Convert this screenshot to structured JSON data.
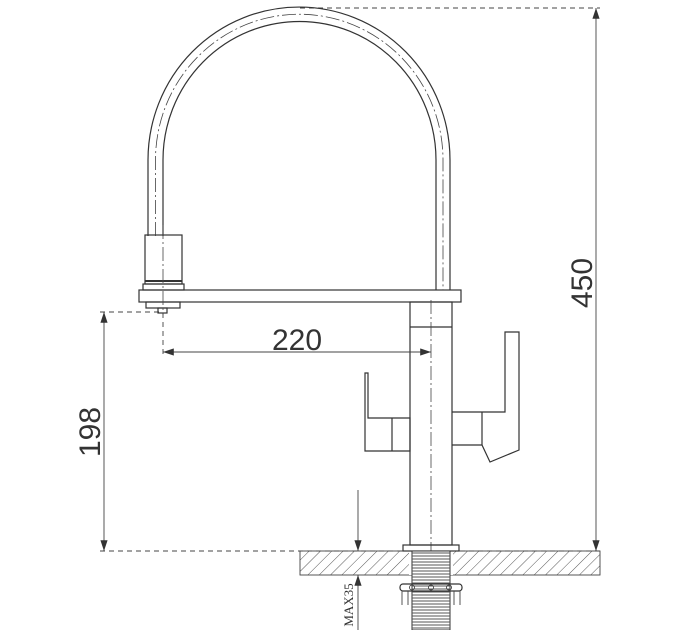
{
  "dimensions": {
    "spout_reach": "220",
    "spout_height": "198",
    "total_height": "450",
    "max_counter_thickness": "MAX35"
  },
  "colors": {
    "line": "#333333",
    "background": "#ffffff"
  }
}
